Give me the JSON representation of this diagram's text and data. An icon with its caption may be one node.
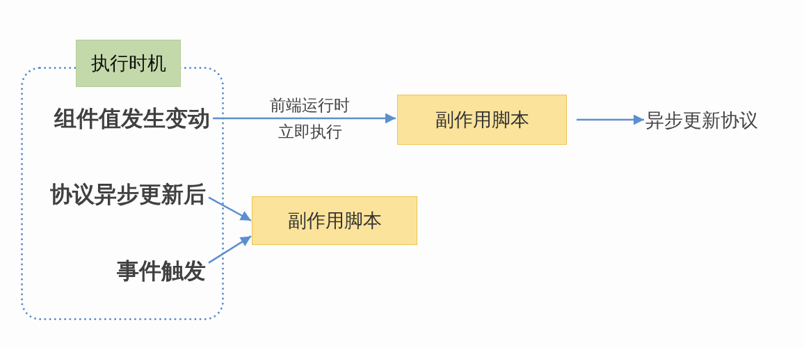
{
  "diagram": {
    "nodes": [
      {
        "text": [
          "执行时机"
        ]
      },
      {
        "text": [
          "组件值发生变动"
        ],
        "in": 0
      },
      {
        "text": [
          "协议异步更新后"
        ],
        "in": 0
      },
      {
        "text": [
          "事件触发"
        ],
        "in": 0
      },
      {
        "text": [
          "副作用脚本"
        ]
      },
      {
        "text": [
          "异步更新协议"
        ]
      },
      {
        "text": [
          "副作用脚本"
        ]
      }
    ],
    "edges": [
      {
        "from": 1,
        "to": 4,
        "arrow": "to",
        "label": "前端运行时立即执行"
      },
      {
        "from": 4,
        "to": 5,
        "arrow": "to"
      },
      {
        "from": 2,
        "to": 6,
        "arrow": "to"
      },
      {
        "from": 3,
        "to": 6,
        "arrow": "to"
      }
    ]
  }
}
